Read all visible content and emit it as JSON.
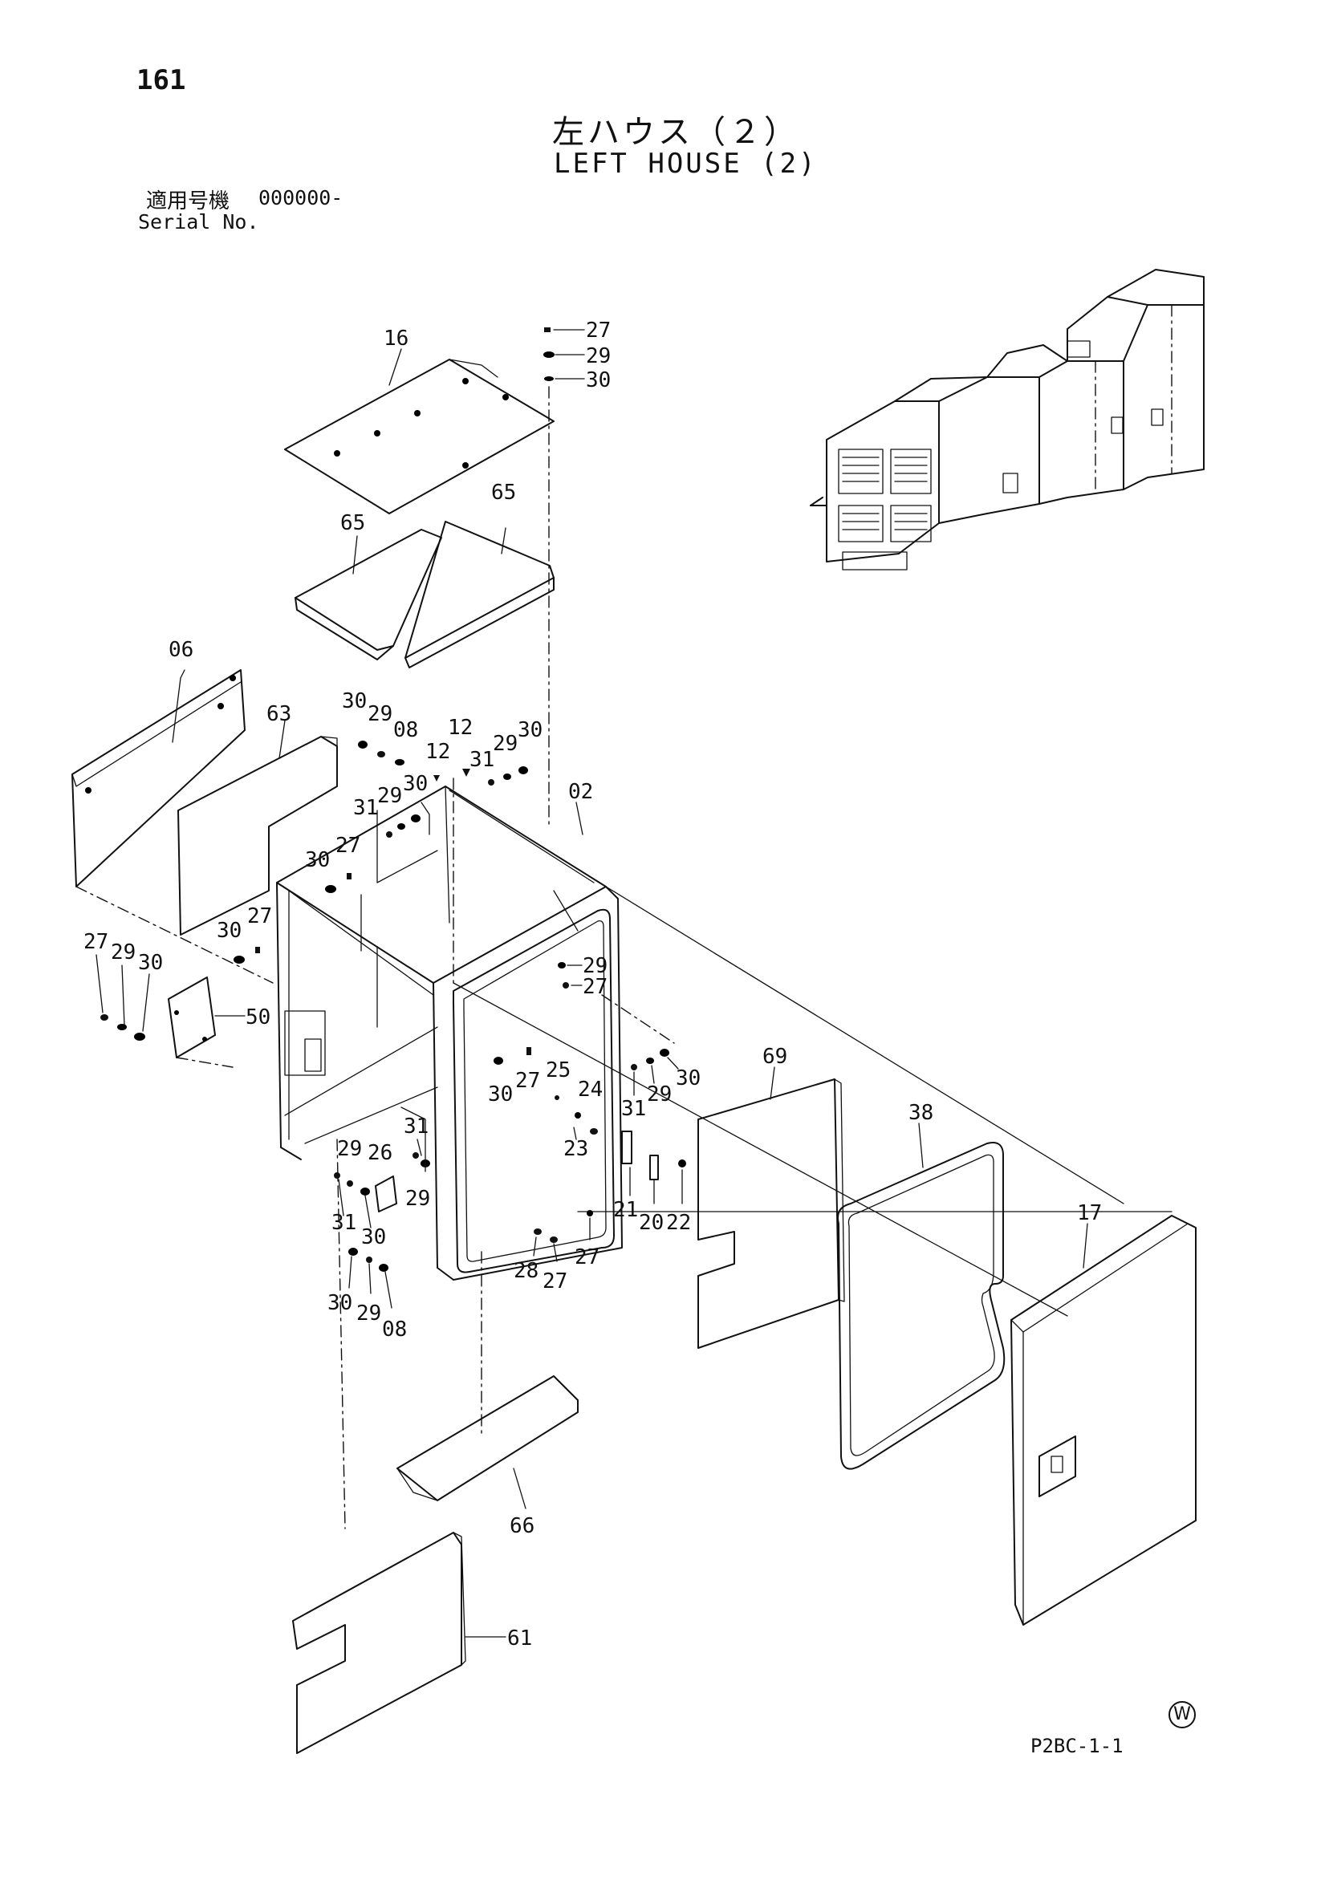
{
  "header": {
    "page_number": "161",
    "title_jp": "左ハウス（２）",
    "title_en": "LEFT HOUSE (2)",
    "serial_label_jp": "適用号機",
    "serial_value": "000000-",
    "serial_label_en": "Serial No."
  },
  "footer": {
    "figure_code": "P2BC-1-1",
    "mark": "W"
  },
  "callouts": {
    "c16": "16",
    "c27a": "27",
    "c29a": "29",
    "c30a": "30",
    "c65a": "65",
    "c65b": "65",
    "c06": "06",
    "c63": "63",
    "c30b": "30",
    "c29b": "29",
    "c08a": "08",
    "c12a": "12",
    "c12b": "12",
    "c31a": "31",
    "c29c": "29",
    "c30c": "30",
    "c31b": "31",
    "c29d": "29",
    "c30d": "30",
    "c02": "02",
    "c30e": "30",
    "c27b": "27",
    "c30f": "30",
    "c27c": "27",
    "c27d": "27",
    "c29e": "29",
    "c30g": "30",
    "c50": "50",
    "c29f": "29",
    "c27e": "27",
    "c27f": "27",
    "c25": "25",
    "c30h": "30",
    "c24": "24",
    "c31c": "31",
    "c29g": "29",
    "c30i": "30",
    "c23": "23",
    "c69": "69",
    "c31d": "31",
    "c29h": "29",
    "c26": "26",
    "c29i": "29",
    "c31e": "31",
    "c30j": "30",
    "c21": "21",
    "c20": "20",
    "c22": "22",
    "c38": "38",
    "c17": "17",
    "c28": "28",
    "c27g": "27",
    "c27h": "27",
    "c30k": "30",
    "c29j": "29",
    "c08b": "08",
    "c66": "66",
    "c61": "61"
  }
}
